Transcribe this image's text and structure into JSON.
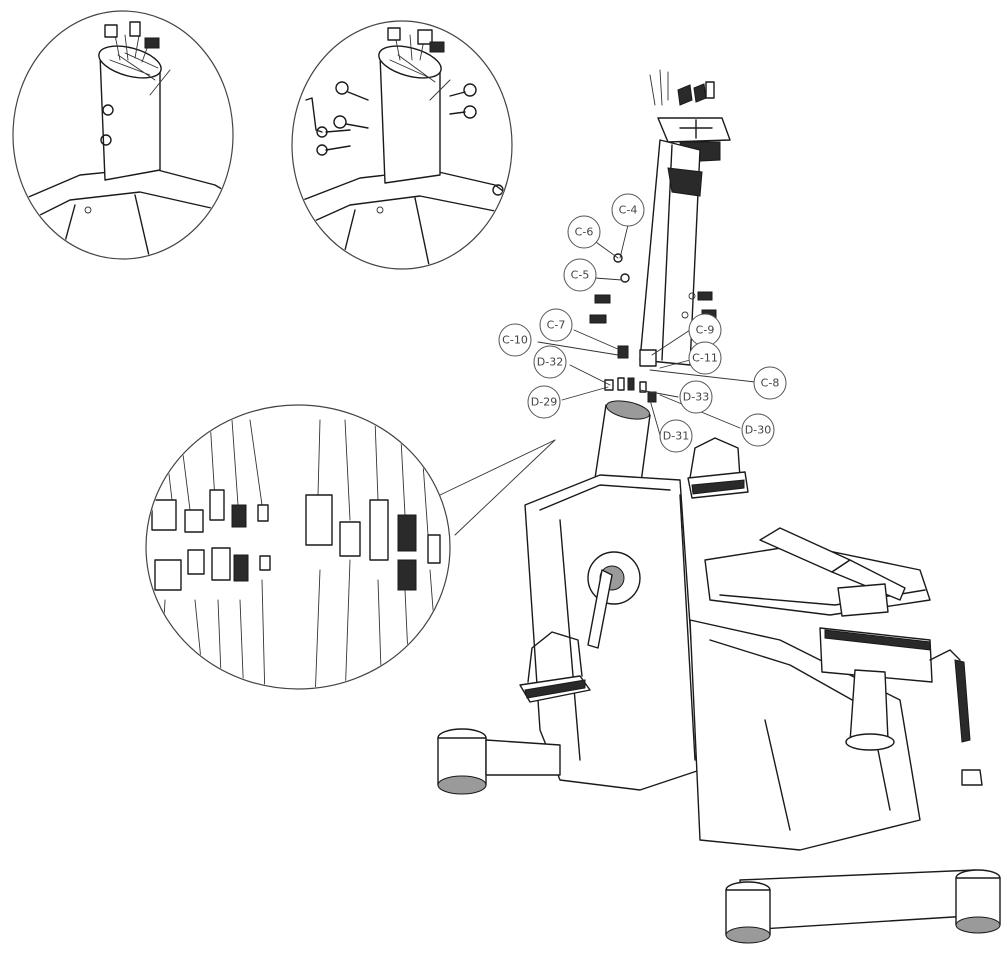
{
  "callouts": [
    {
      "id": "C-4"
    },
    {
      "id": "C-6"
    },
    {
      "id": "C-5"
    },
    {
      "id": "C-7"
    },
    {
      "id": "C-10"
    },
    {
      "id": "C-9"
    },
    {
      "id": "C-11"
    },
    {
      "id": "C-8"
    },
    {
      "id": "D-32"
    },
    {
      "id": "D-33"
    },
    {
      "id": "D-29"
    },
    {
      "id": "D-31"
    },
    {
      "id": "D-30"
    }
  ],
  "colors": {
    "line": "#1a1a1a",
    "background": "#ffffff",
    "callout_text": "#444444"
  }
}
